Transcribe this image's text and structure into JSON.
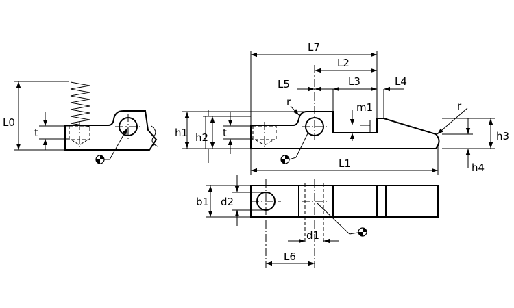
{
  "labels": {
    "L0": "L0",
    "t": "t",
    "h1": "h1",
    "h2": "h2",
    "h3": "h3",
    "h4": "h4",
    "m1": "m1",
    "r": "r",
    "L1": "L1",
    "L2": "L2",
    "L3": "L3",
    "L4": "L4",
    "L5": "L5",
    "L6": "L6",
    "L7": "L7",
    "b1": "b1",
    "d1": "d1",
    "d2": "d2"
  },
  "symbols": {
    "pivot_marker": "pivot-center-symbol"
  }
}
